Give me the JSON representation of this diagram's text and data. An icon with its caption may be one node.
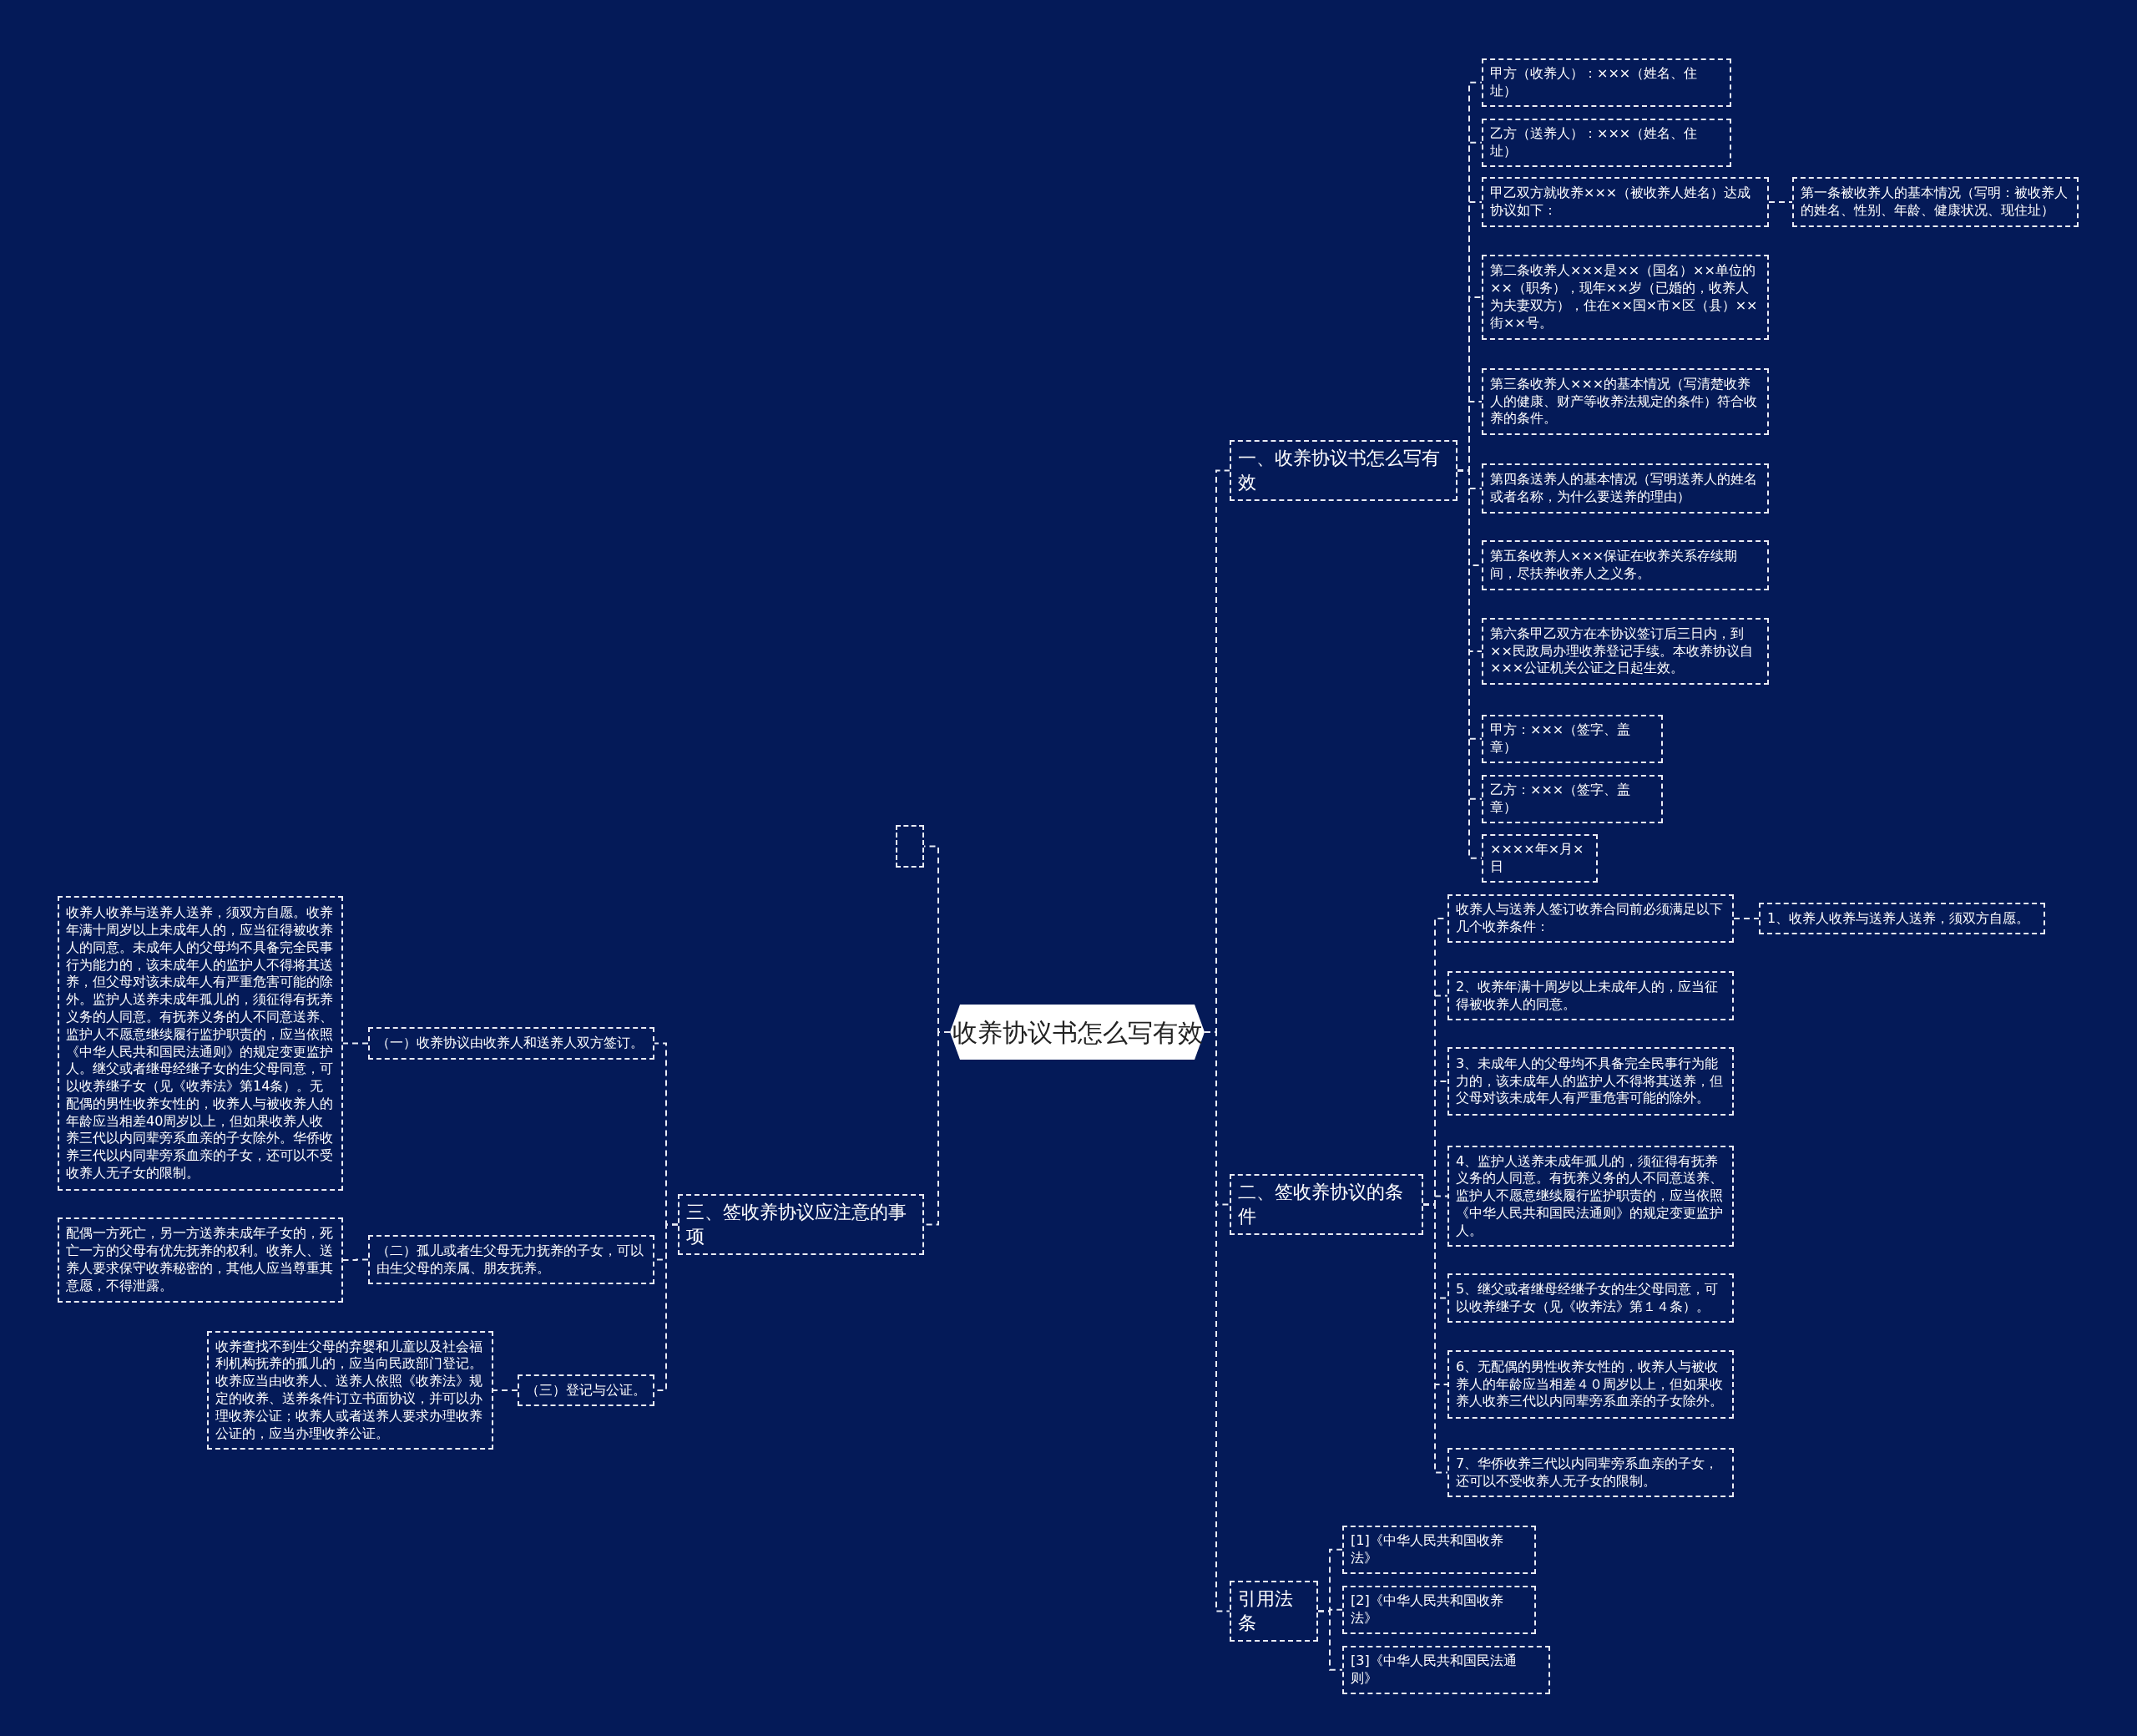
{
  "diagram": {
    "nodes": [
      {
        "text": [
          "收养协议书怎么写有效"
        ]
      },
      {
        "text": [
          "一、收养协议书怎么写有效"
        ]
      },
      {
        "text": [
          "甲方（收养人）：×××（姓名、住址）"
        ]
      },
      {
        "text": [
          "乙方（送养人）：×××（姓名、住址）"
        ]
      },
      {
        "text": [
          "甲乙双方就收养×××（被收养人姓名）达成协议如下："
        ]
      },
      {
        "text": [
          "第一条被收养人的基本情况（写明：被收养人的姓名、性别、年龄、健康状况、现住址）"
        ]
      },
      {
        "text": [
          "第二条收养人×××是××（国名）××单位的××（职务），现年××岁（已婚的，收养人为夫妻双方），住在××国×市×区（县）××街××号。"
        ]
      },
      {
        "text": [
          "第三条收养人×××的基本情况（写清楚收养人的健康、财产等收养法规定的条件）符合收养的条件。"
        ]
      },
      {
        "text": [
          "第四条送养人的基本情况（写明送养人的姓名或者名称，为什么要送养的理由）"
        ]
      },
      {
        "text": [
          "第五条收养人×××保证在收养关系存续期间，尽扶养收养人之义务。"
        ]
      },
      {
        "text": [
          "第六条甲乙双方在本协议签订后三日内，到××民政局办理收养登记手续。本收养协议自×××公证机关公证之日起生效。"
        ]
      },
      {
        "text": [
          "甲方：×××（签字、盖章）"
        ]
      },
      {
        "text": [
          "乙方：×××（签字、盖章）"
        ]
      },
      {
        "text": [
          "××××年×月×日"
        ]
      },
      {
        "text": [
          "二、签收养协议的条件"
        ]
      },
      {
        "text": [
          "收养人与送养人签订收养合同前必须满足以下几个收养条件："
        ]
      },
      {
        "text": [
          "1、收养人收养与送养人送养，须双方自愿。"
        ]
      },
      {
        "text": [
          "2、收养年满十周岁以上未成年人的，应当征得被收养人的同意。"
        ]
      },
      {
        "text": [
          "3、未成年人的父母均不具备完全民事行为能力的，该未成年人的监护人不得将其送养，但父母对该未成年人有严重危害可能的除外。"
        ]
      },
      {
        "text": [
          "4、监护人送养未成年孤儿的，须征得有抚养义务的人同意。有抚养义务的人不同意送养、监护人不愿意继续履行监护职责的，应当依照《中华人民共和国民法通则》的规定变更监护人。"
        ]
      },
      {
        "text": [
          "5、继父或者继母经继子女的生父母同意，可以收养继子女（见《收养法》第１４条）。"
        ]
      },
      {
        "text": [
          "6、无配偶的男性收养女性的，收养人与被收养人的年龄应当相差４０周岁以上，但如果收养人收养三代以内同辈旁系血亲的子女除外。"
        ]
      },
      {
        "text": [
          "7、华侨收养三代以内同辈旁系血亲的子女，还可以不受收养人无子女的限制。"
        ]
      },
      {
        "text": [
          "引用法条"
        ]
      },
      {
        "text": [
          "[1]《中华人民共和国收养法》"
        ]
      },
      {
        "text": [
          "[2]《中华人民共和国收养法》"
        ]
      },
      {
        "text": [
          "[3]《中华人民共和国民法通则》"
        ]
      },
      {
        "text": [
          "三、签收养协议应注意的事项"
        ]
      },
      {
        "text": [],
        "shape": "box"
      },
      {
        "text": [
          "（一）收养协议由收养人和送养人双方签订。"
        ]
      },
      {
        "text": [
          "收养人收养与送养人送养，须双方自愿。收养年满十周岁以上未成年人的，应当征得被收养人的同意。未成年人的父母均不具备完全民事行为能力的，该未成年人的监护人不得将其送养，但父母对该未成年人有严重危害可能的除外。监护人送养未成年孤儿的，须征得有抚养义务的人同意。有抚养义务的人不同意送养、监护人不愿意继续履行监护职责的，应当依照《中华人民共和国民法通则》的规定变更监护人。继父或者继母经继子女的生父母同意，可以收养继子女（见《收养法》第14条）。无配偶的男性收养女性的，收养人与被收养人的年龄应当相差40周岁以上，但如果收养人收养三代以内同辈旁系血亲的子女除外。华侨收养三代以内同辈旁系血亲的子女，还可以不受收养人无子女的限制。"
        ]
      },
      {
        "text": [
          "（二）孤儿或者生父母无力抚养的子女，可以由生父母的亲属、朋友抚养。"
        ]
      },
      {
        "text": [
          "配偶一方死亡，另一方送养未成年子女的，死亡一方的父母有优先抚养的权利。收养人、送养人要求保守收养秘密的，其他人应当尊重其意愿，不得泄露。"
        ]
      },
      {
        "text": [
          "（三）登记与公证。"
        ]
      },
      {
        "text": [
          "收养查找不到生父母的弃婴和儿童以及社会福利机构抚养的孤儿的，应当向民政部门登记。收养应当由收养人、送养人依照《收养法》规定的收养、送养条件订立书面协议，并可以办理收养公证；收养人或者送养人要求办理收养公证的，应当办理收养公证。"
        ]
      }
    ],
    "edges": [
      {
        "from": 0,
        "to": 1,
        "arrow": "none"
      },
      {
        "from": 1,
        "to": 2,
        "arrow": "none"
      },
      {
        "from": 1,
        "to": 3,
        "arrow": "none"
      },
      {
        "from": 1,
        "to": 4,
        "arrow": "none"
      },
      {
        "from": 4,
        "to": 5,
        "arrow": "none"
      },
      {
        "from": 1,
        "to": 6,
        "arrow": "none"
      },
      {
        "from": 1,
        "to": 7,
        "arrow": "none"
      },
      {
        "from": 1,
        "to": 8,
        "arrow": "none"
      },
      {
        "from": 1,
        "to": 9,
        "arrow": "none"
      },
      {
        "from": 1,
        "to": 10,
        "arrow": "none"
      },
      {
        "from": 1,
        "to": 11,
        "arrow": "none"
      },
      {
        "from": 1,
        "to": 12,
        "arrow": "none"
      },
      {
        "from": 1,
        "to": 13,
        "arrow": "none"
      },
      {
        "from": 0,
        "to": 14,
        "arrow": "none"
      },
      {
        "from": 14,
        "to": 15,
        "arrow": "none"
      },
      {
        "from": 15,
        "to": 16,
        "arrow": "none"
      },
      {
        "from": 14,
        "to": 17,
        "arrow": "none"
      },
      {
        "from": 14,
        "to": 18,
        "arrow": "none"
      },
      {
        "from": 14,
        "to": 19,
        "arrow": "none"
      },
      {
        "from": 14,
        "to": 20,
        "arrow": "none"
      },
      {
        "from": 14,
        "to": 21,
        "arrow": "none"
      },
      {
        "from": 14,
        "to": 22,
        "arrow": "none"
      },
      {
        "from": 0,
        "to": 23,
        "arrow": "none"
      },
      {
        "from": 23,
        "to": 24,
        "arrow": "none"
      },
      {
        "from": 23,
        "to": 25,
        "arrow": "none"
      },
      {
        "from": 23,
        "to": 26,
        "arrow": "none"
      },
      {
        "from": 0,
        "to": 27,
        "arrow": "none"
      },
      {
        "from": 0,
        "to": 28,
        "arrow": "none"
      },
      {
        "from": 27,
        "to": 29,
        "arrow": "none"
      },
      {
        "from": 29,
        "to": 30,
        "arrow": "none"
      },
      {
        "from": 27,
        "to": 31,
        "arrow": "none"
      },
      {
        "from": 31,
        "to": 32,
        "arrow": "none"
      },
      {
        "from": 27,
        "to": 33,
        "arrow": "none"
      },
      {
        "from": 33,
        "to": 34,
        "arrow": "none"
      }
    ]
  }
}
